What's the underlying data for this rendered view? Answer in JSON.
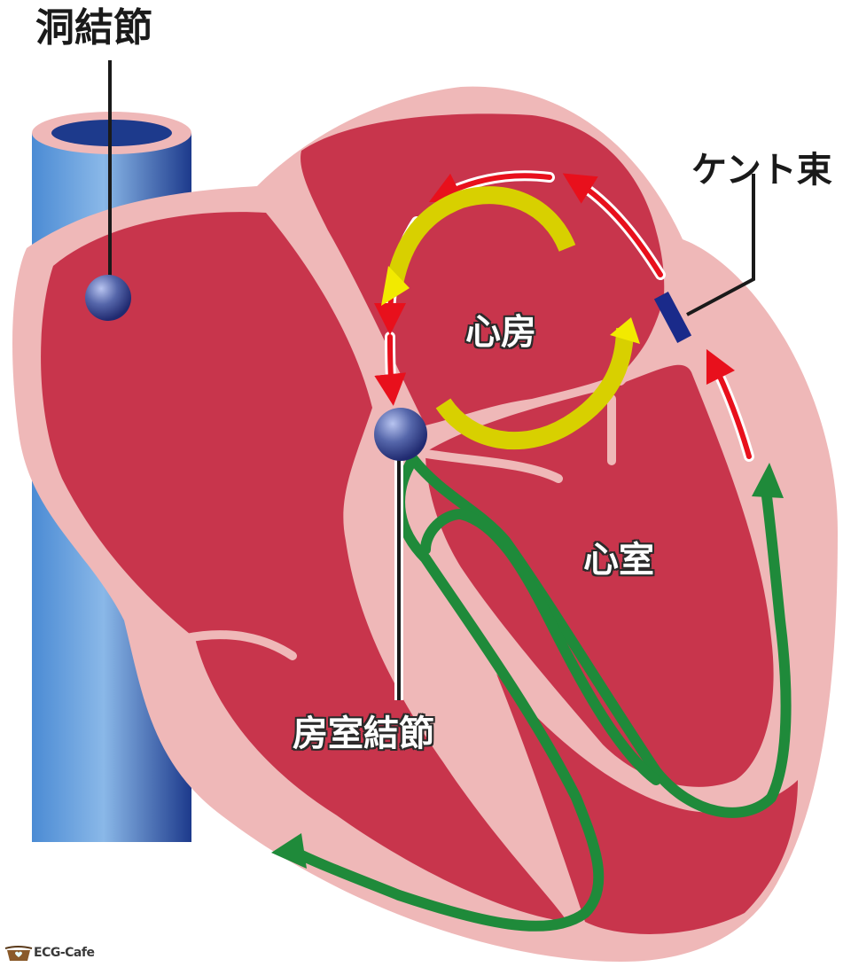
{
  "labels": {
    "sa_node": "洞結節",
    "kent_bundle": "ケント束",
    "atrium": "心房",
    "ventricle": "心室",
    "av_node": "房室結節"
  },
  "logo": {
    "text": "ECG-Cafe",
    "icon": "coffee-cup-heart-icon"
  },
  "colors": {
    "vessel": "#6a9ad0",
    "vessel_dark": "#1f3f8a",
    "heart_outer": "#efb8b8",
    "heart_inner": "#c8354c",
    "normal_conduction": "#1f8a3a",
    "reentry_red": "#e8101c",
    "reentry_yellow": "#d8d000",
    "node": "#2a3a8a",
    "kent": "#1a2a8a"
  }
}
